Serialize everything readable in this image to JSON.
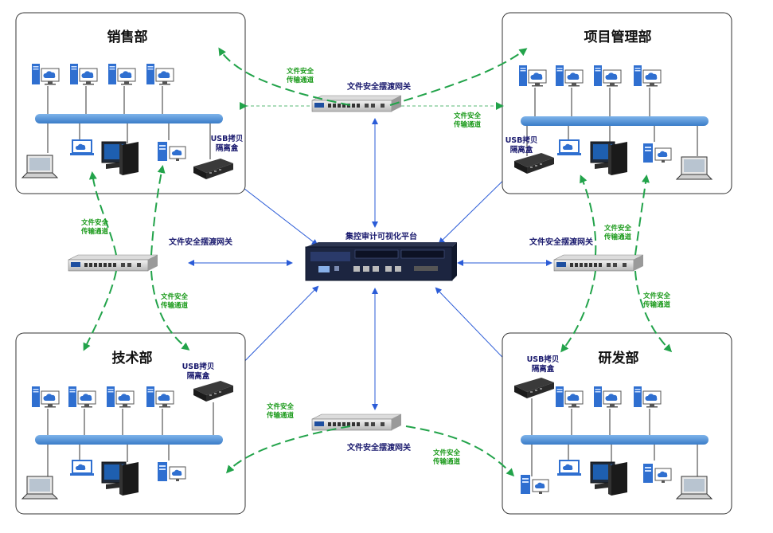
{
  "departments": {
    "sales": "销售部",
    "project": "项目管理部",
    "tech": "技术部",
    "rnd": "研发部"
  },
  "gateways": {
    "top": "文件安全摆渡网关",
    "left": "文件安全摆渡网关",
    "right": "文件安全摆渡网关",
    "bottom": "文件安全摆渡网关"
  },
  "center_platform": "集控审计可视化平台",
  "usb_box": {
    "line1": "USB拷贝",
    "line2": "隔离盒"
  },
  "flow_label": {
    "line1": "文件安全",
    "line2": "传输通道"
  },
  "colors": {
    "blue_arrow": "#2a5bd7",
    "green_dash": "#22a34a",
    "bus": "#4a8fd6",
    "border": "#333333"
  }
}
